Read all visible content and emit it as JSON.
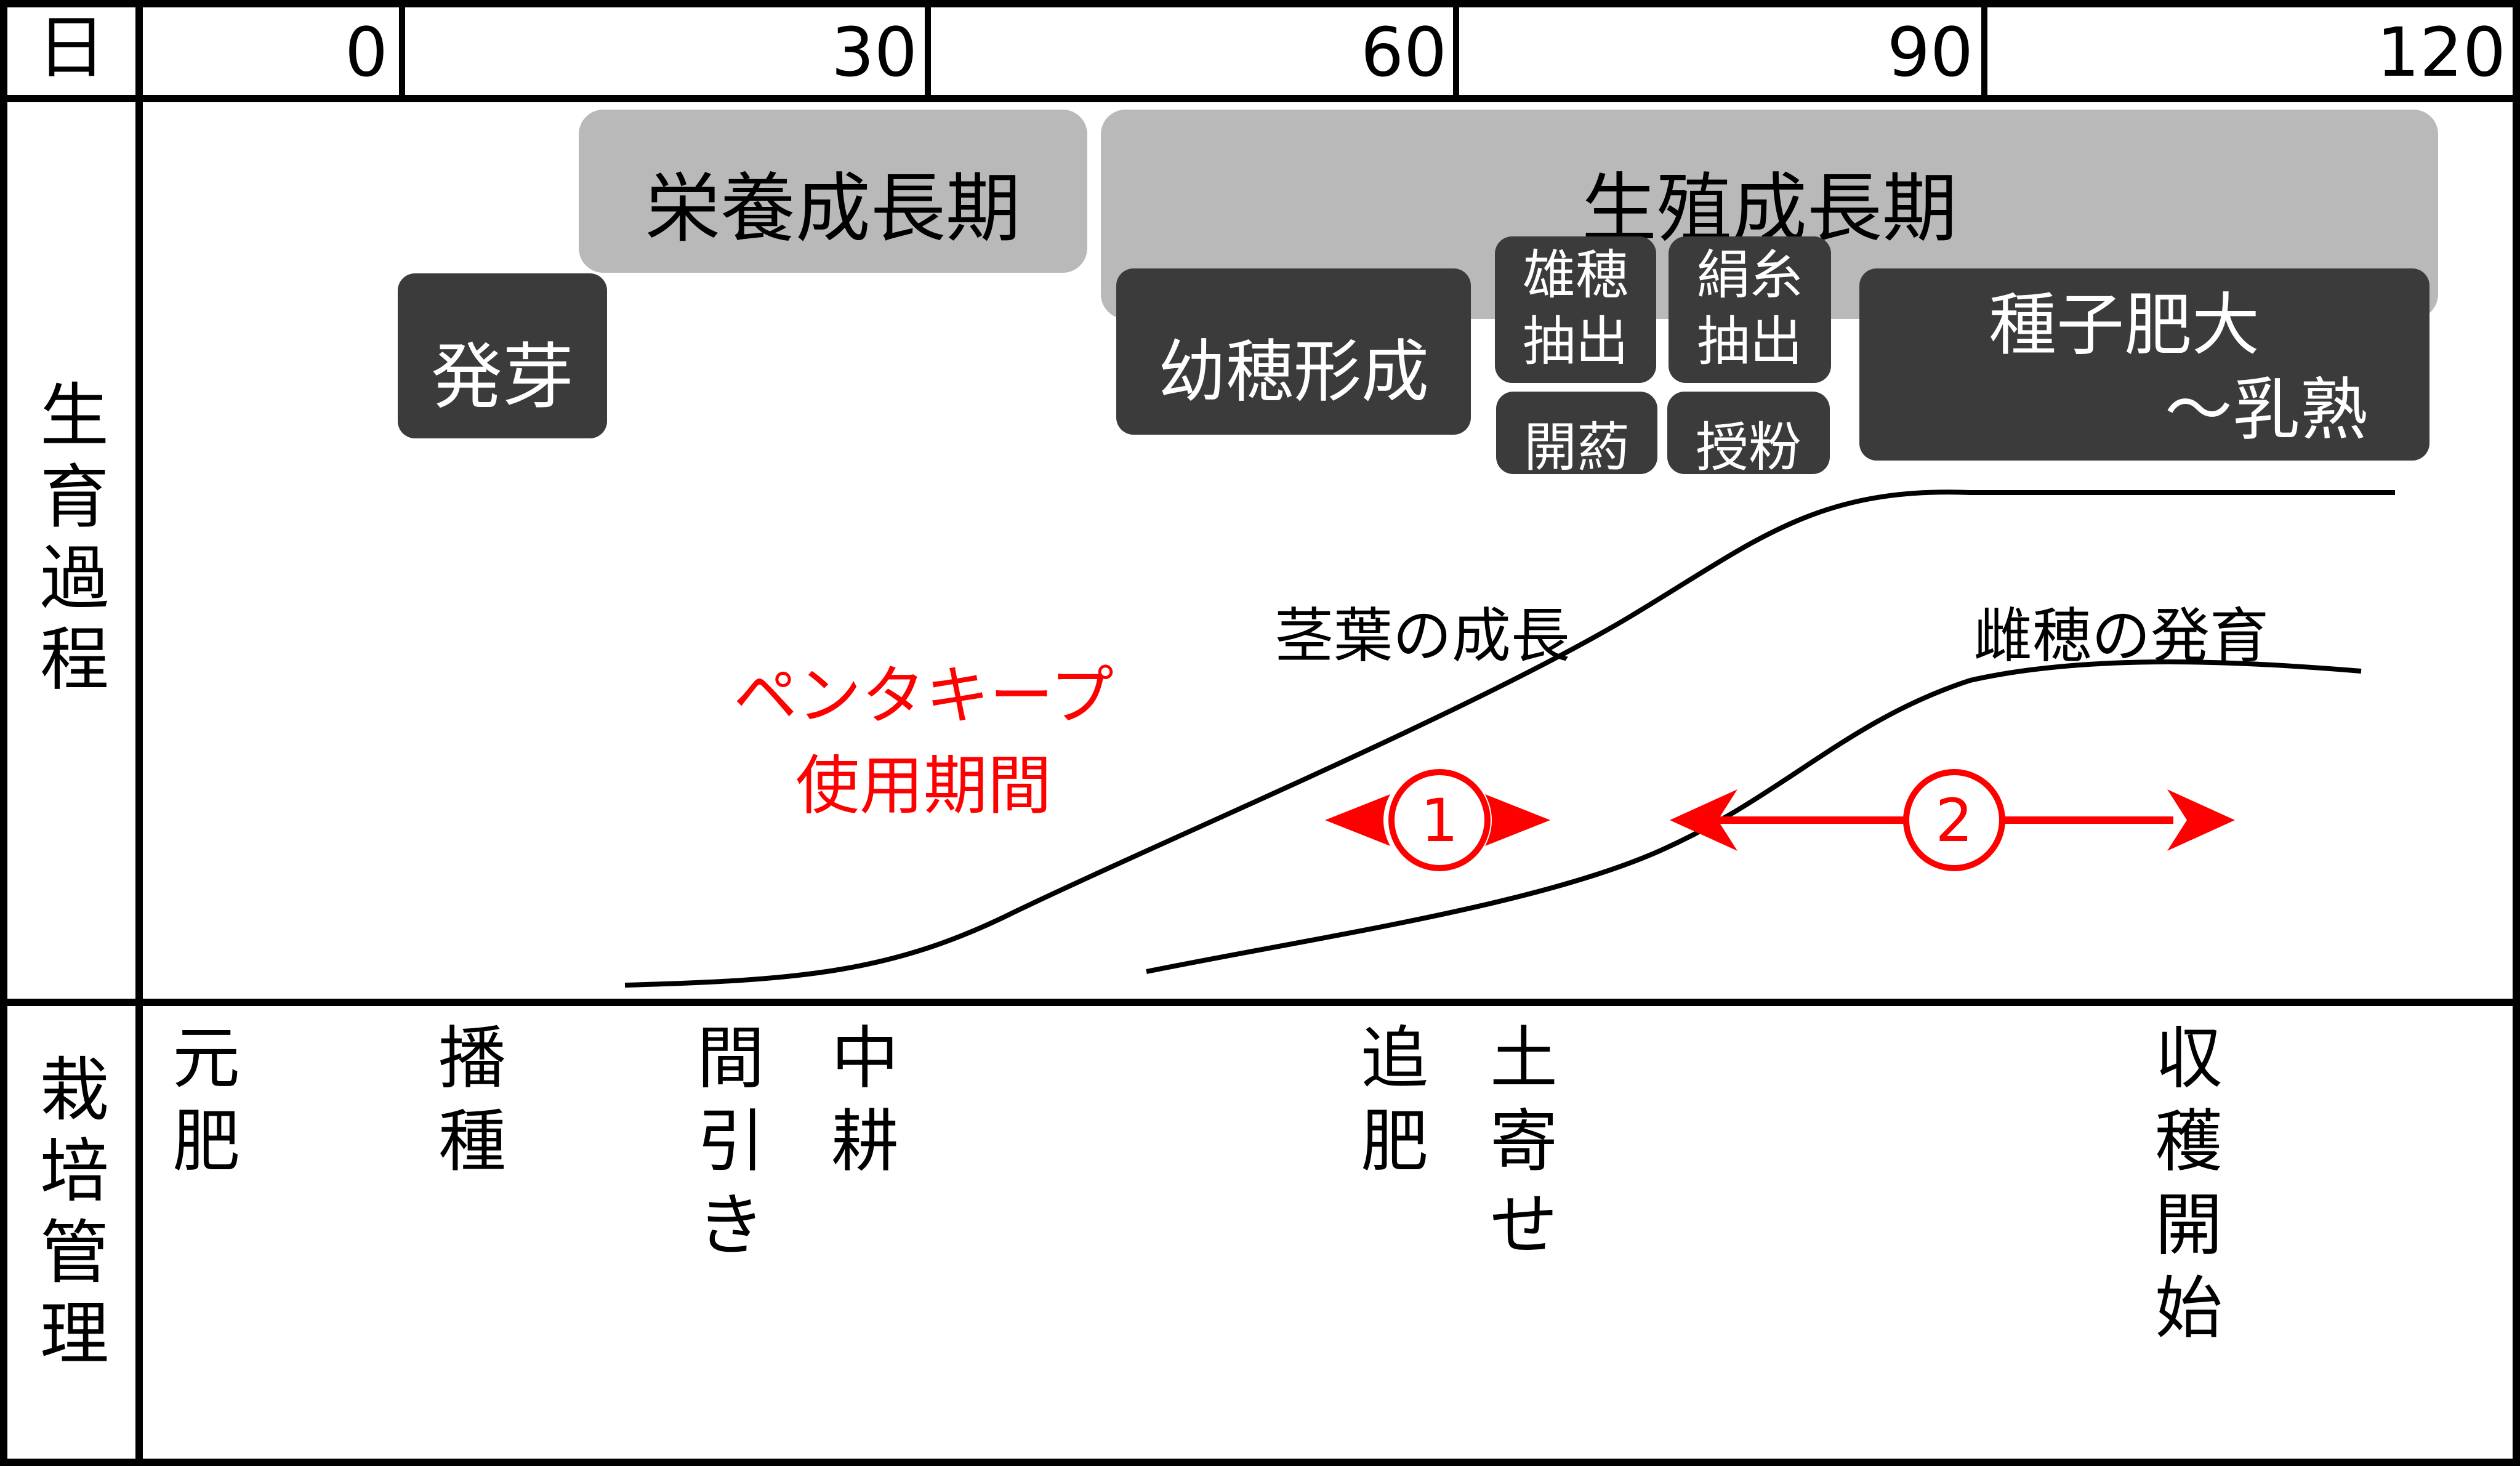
{
  "header": {
    "day_label": "日",
    "ticks": [
      "0",
      "30",
      "60",
      "90",
      "120"
    ]
  },
  "rows": {
    "growth_label": [
      "生",
      "育",
      "過",
      "程"
    ],
    "management_label": [
      "栽",
      "培",
      "管",
      "理"
    ]
  },
  "phases": {
    "vegetative": "栄養成長期",
    "reproductive": "生殖成長期"
  },
  "stages": {
    "germination": "発芽",
    "panicle_formation": "幼穂形成",
    "tassel_emergence": [
      "雄穂",
      "抽出"
    ],
    "silk_emergence": [
      "絹糸",
      "抽出"
    ],
    "anthesis": "開葯",
    "pollination": "授粉",
    "seed_fill": [
      "種子肥大",
      "〜乳熟"
    ]
  },
  "curves": {
    "stem_leaf": "茎葉の成長",
    "ear": "雌穂の発育"
  },
  "pentakeep": [
    "ペンタキープ",
    "使用期間"
  ],
  "periods": {
    "period1": "1",
    "period2": "2"
  },
  "colors": {
    "accent_red": "#ff0000",
    "stage_box": "#3b3b3b",
    "phase_box": "#b9b9b9"
  },
  "management": {
    "basal_fertilizer": [
      "元",
      "肥"
    ],
    "sowing": [
      "播",
      "種"
    ],
    "thinning": [
      "間",
      "引",
      "き"
    ],
    "cultivation": [
      "中",
      "耕"
    ],
    "top_dressing": [
      "追",
      "肥"
    ],
    "earthing_up": [
      "土",
      "寄",
      "せ"
    ],
    "harvest_start": [
      "収",
      "穫",
      "開",
      "始"
    ]
  }
}
